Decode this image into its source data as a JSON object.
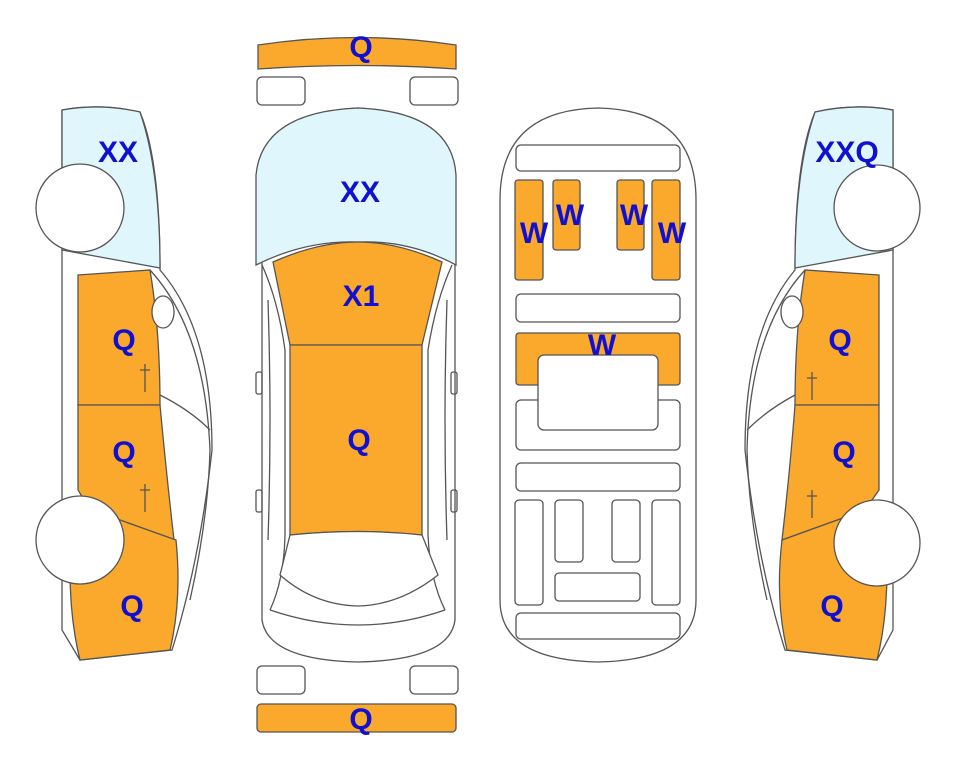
{
  "colors": {
    "damaged": "#fba92c",
    "glass": "#dff6fc",
    "plain": "#ffffff",
    "label": "#1010d0",
    "outline": "#555555"
  },
  "labels": {
    "front_bumper": "Q",
    "windshield": "XX",
    "hood": "X1",
    "roof": "Q",
    "rear_bumper": "Q",
    "left_window": "XX",
    "left_front_door": "Q",
    "left_rear_door": "Q",
    "left_fender": "Q",
    "right_window": "XXQ",
    "right_front_door": "Q",
    "right_rear_door": "Q",
    "right_fender": "Q",
    "seat_left_outer": "W",
    "seat_left_inner": "W",
    "seat_right_inner": "W",
    "seat_right_outer": "W",
    "floor_mid": "W"
  }
}
